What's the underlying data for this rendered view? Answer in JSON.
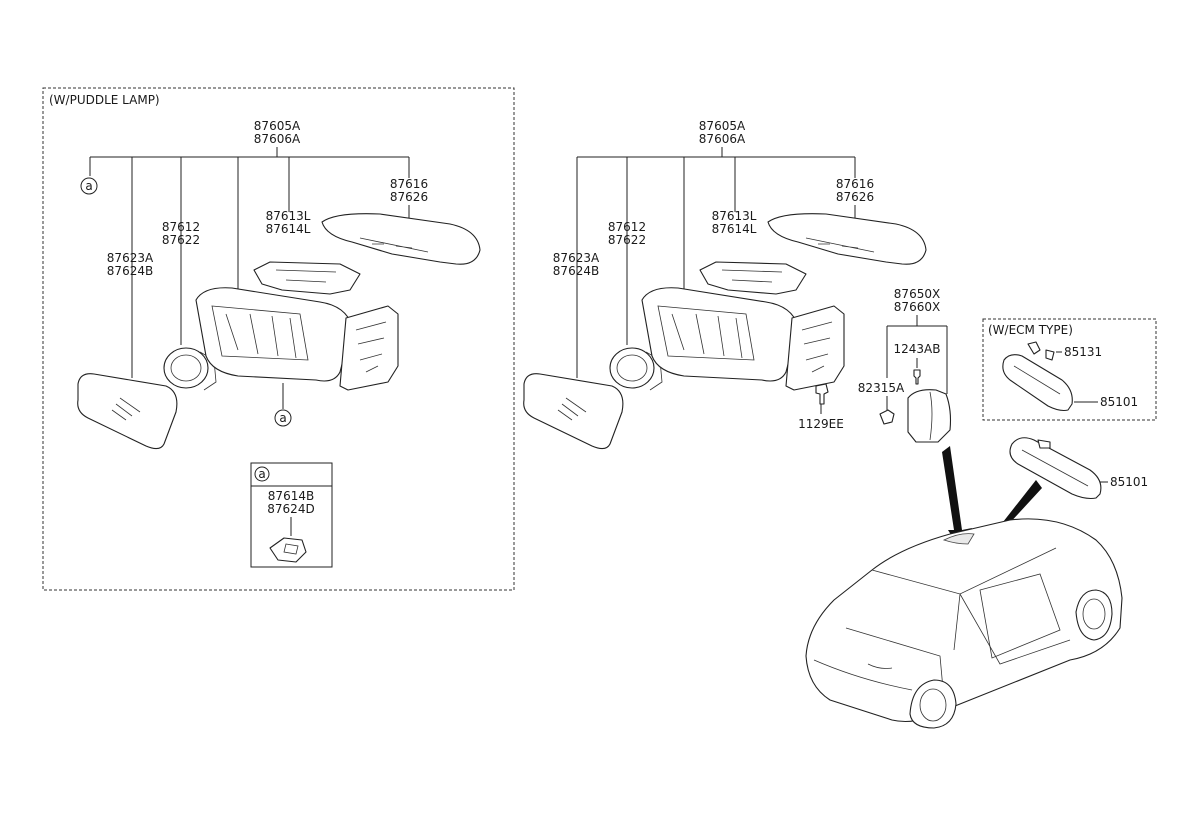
{
  "colors": {
    "line": "#222222",
    "background": "#ffffff"
  },
  "box_puddle": {
    "title": "(W/PUDDLE LAMP)"
  },
  "box_ecm": {
    "title": "(W/ECM TYPE)"
  },
  "left": {
    "assembly": [
      "87605A",
      "87606A"
    ],
    "mirror_glass": [
      "87623A",
      "87624B"
    ],
    "actuator": [
      "87612",
      "87622"
    ],
    "cover_small": [
      "87613L",
      "87614L"
    ],
    "cover_cap": [
      "87616",
      "87626"
    ],
    "ref_a": "a"
  },
  "detail_a": {
    "ref": "a",
    "lamp": [
      "87614B",
      "87624D"
    ]
  },
  "right": {
    "assembly": [
      "87605A",
      "87606A"
    ],
    "mirror_glass": [
      "87623A",
      "87624B"
    ],
    "actuator": [
      "87612",
      "87622"
    ],
    "cover_small": [
      "87613L",
      "87614L"
    ],
    "cover_cap": [
      "87616",
      "87626"
    ],
    "screw": "1129EE"
  },
  "sensor": {
    "cover": [
      "87650X",
      "87660X"
    ],
    "screw": "1243AB",
    "clip": "82315A"
  },
  "ecm": {
    "wire": "85131",
    "mirror": "85101"
  },
  "inside_mirror": "85101"
}
